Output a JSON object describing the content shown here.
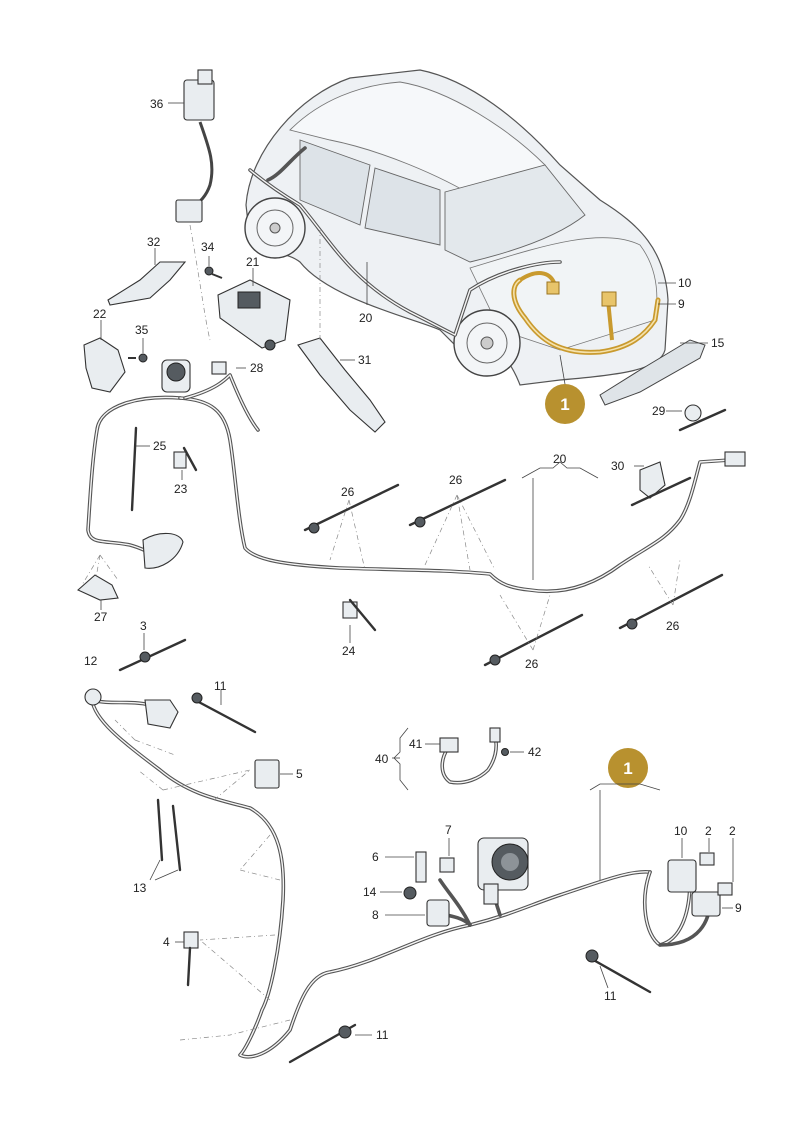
{
  "colors": {
    "badge": "#b8912f",
    "highlight": "#c99a2e",
    "line": "#333333",
    "car_body": "#eef1f4"
  },
  "badges": [
    {
      "id": "badge-top",
      "label": "1"
    },
    {
      "id": "badge-bottom",
      "label": "1"
    }
  ],
  "callouts": {
    "c36": "36",
    "c32": "32",
    "c34": "34",
    "c21": "21",
    "c22": "22",
    "c35": "35",
    "c28": "28",
    "c31": "31",
    "c20a": "20",
    "c10a": "10",
    "c9a": "9",
    "c15": "15",
    "c25": "25",
    "c23": "23",
    "c29": "29",
    "c30": "30",
    "c20b": "20",
    "c26a": "26",
    "c26b": "26",
    "c26c": "26",
    "c26d": "26",
    "c27": "27",
    "c24": "24",
    "c3": "3",
    "c12": "12",
    "c11a": "11",
    "c5": "5",
    "c13": "13",
    "c4": "4",
    "c11b": "11",
    "c40": "40",
    "c41": "41",
    "c42": "42",
    "c7": "7",
    "c6": "6",
    "c14": "14",
    "c8": "8",
    "c10b": "10",
    "c2a": "2",
    "c2b": "2",
    "c9b": "9",
    "c11c": "11"
  }
}
